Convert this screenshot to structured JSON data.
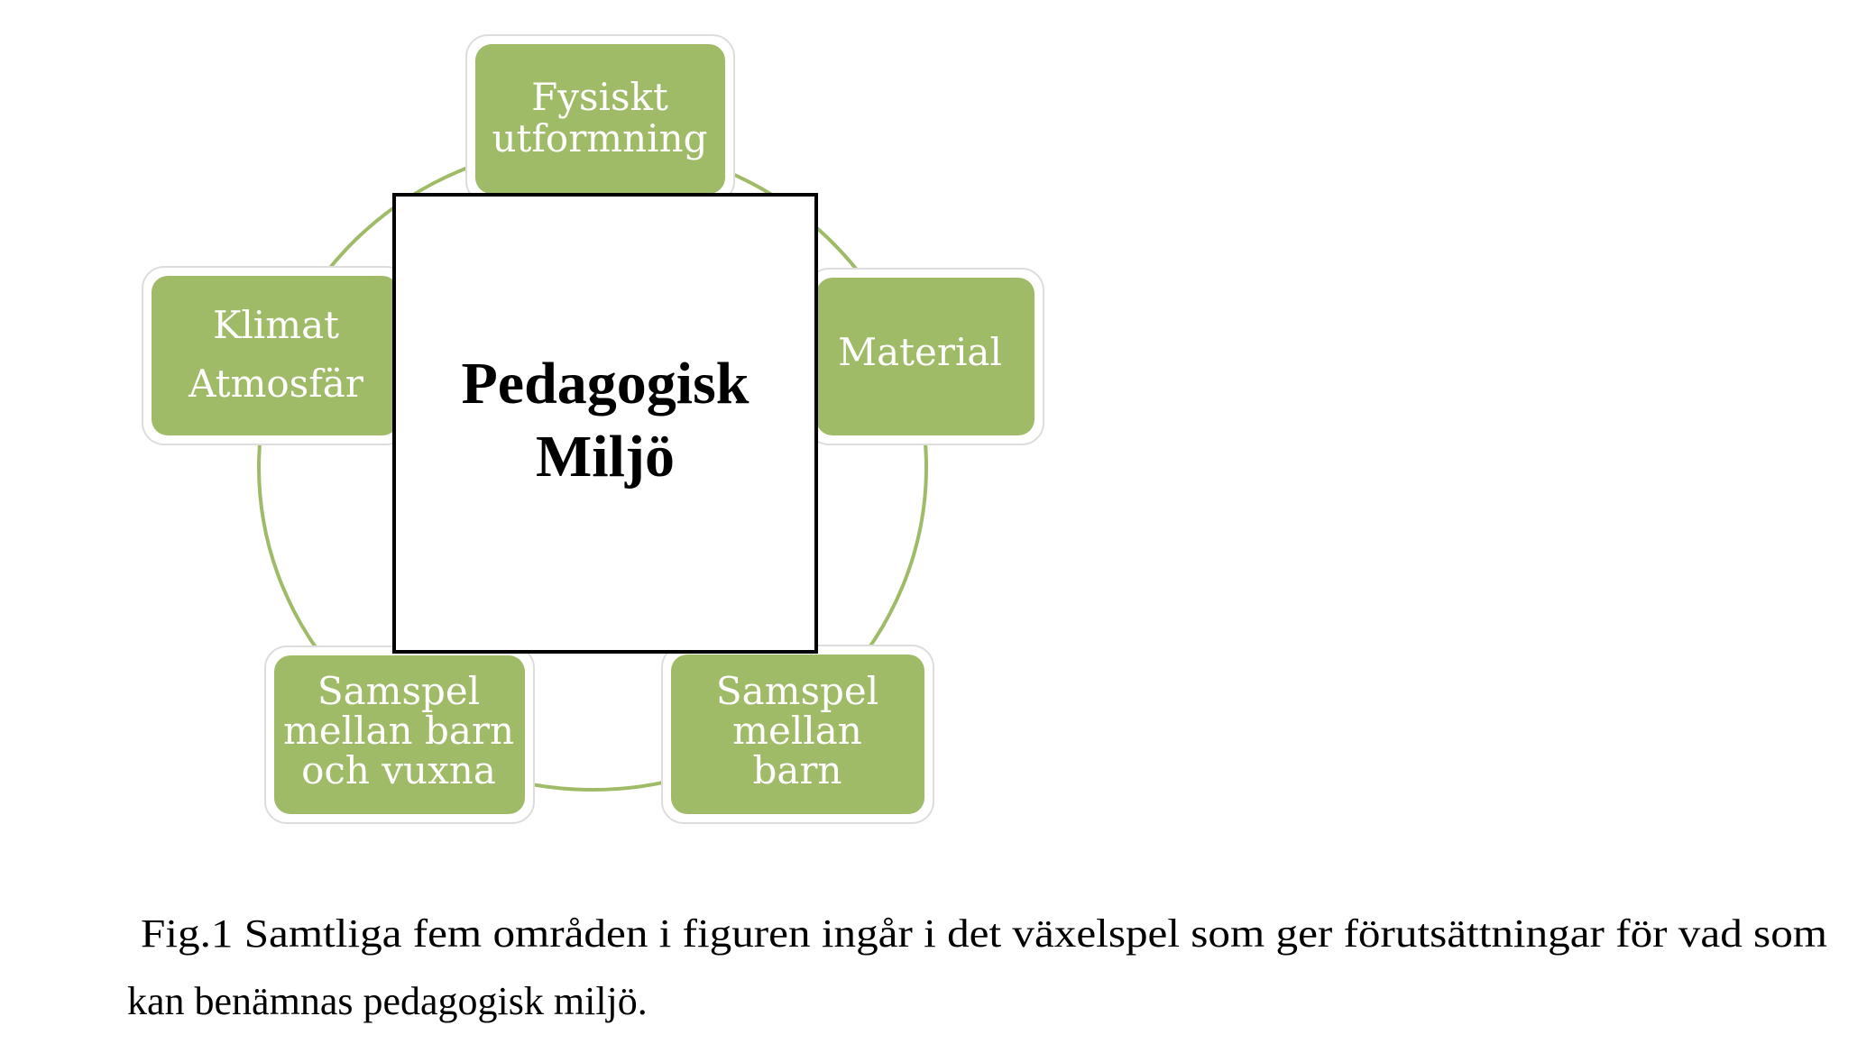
{
  "diagram": {
    "center": {
      "line1": "Pedagogisk",
      "line2": "Miljö"
    },
    "nodes": [
      {
        "lines": [
          "Fysiskt",
          "utformning"
        ]
      },
      {
        "lines": [
          "Material"
        ]
      },
      {
        "lines": [
          "Samspel",
          "mellan",
          "barn"
        ]
      },
      {
        "lines": [
          "Samspel",
          "mellan barn",
          "och vuxna"
        ]
      },
      {
        "lines": [
          "Klimat",
          "Atmosfär"
        ]
      }
    ],
    "colors": {
      "node_fill": "#9fbb67",
      "ring": "#9fbb67",
      "center_border": "#000000"
    }
  },
  "caption": {
    "line1": "Fig.1 Samtliga fem områden i figuren ingår i det växelspel som ger förutsättningar för vad som",
    "line2": "kan benämnas pedagogisk miljö."
  }
}
